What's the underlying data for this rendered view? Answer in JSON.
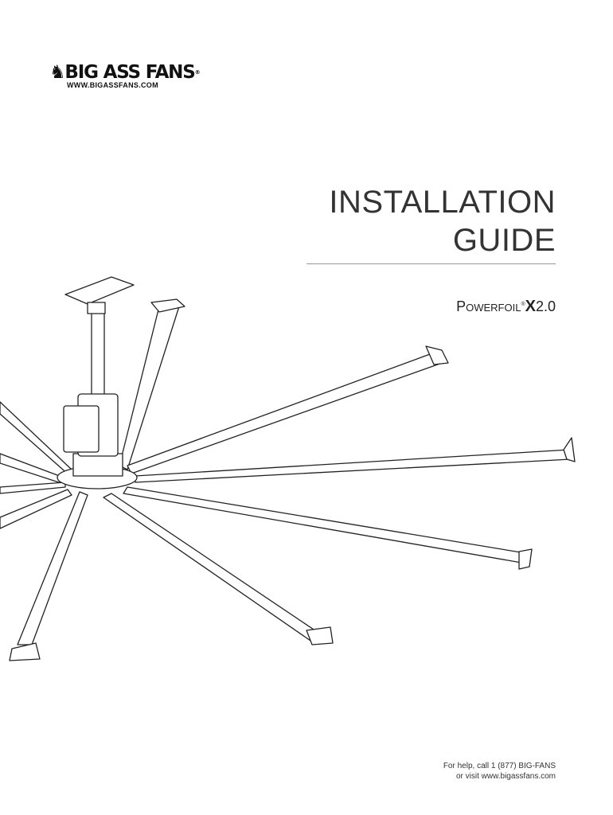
{
  "logo": {
    "brand": "BIG ASS FANS",
    "url": "WWW.BIGASSFANS.COM"
  },
  "title": {
    "line1": "INSTALLATION",
    "line2": "GUIDE"
  },
  "product": {
    "name_initial": "P",
    "name_rest": "OWERFOIL",
    "reg": "®",
    "model": "X",
    "version": "2.0"
  },
  "help": {
    "line1": "For help, call 1 (877) BIG-FANS",
    "line2": "or visit www.bigassfans.com"
  }
}
